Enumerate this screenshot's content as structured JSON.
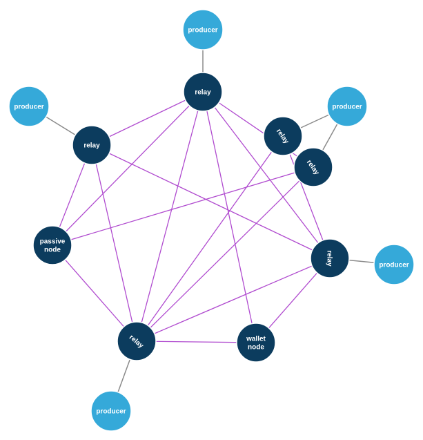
{
  "colors": {
    "background": "#ffffff",
    "relay_fill": "#0c3c5e",
    "producer_fill": "#35a9d9",
    "producer_link": "#8a8a8a",
    "mesh_link": "#b04bcf"
  },
  "nodes": {
    "relay_top": {
      "label": "relay",
      "kind": "relay"
    },
    "relay_left": {
      "label": "relay",
      "kind": "relay"
    },
    "relay_ur1": {
      "label": "relay",
      "kind": "relay"
    },
    "relay_ur2": {
      "label": "relay",
      "kind": "relay"
    },
    "relay_right": {
      "label": "relay",
      "kind": "relay"
    },
    "relay_bottom": {
      "label": "relay",
      "kind": "relay"
    },
    "passive": {
      "label": "passive node",
      "kind": "relay"
    },
    "wallet": {
      "label": "wallet node",
      "kind": "relay"
    },
    "producer_top": {
      "label": "producer",
      "kind": "producer"
    },
    "producer_left": {
      "label": "producer",
      "kind": "producer"
    },
    "producer_ur": {
      "label": "producer",
      "kind": "producer"
    },
    "producer_right": {
      "label": "producer",
      "kind": "producer"
    },
    "producer_bottom": {
      "label": "producer",
      "kind": "producer"
    }
  },
  "producer_links": [
    [
      "producer_top",
      "relay_top"
    ],
    [
      "producer_left",
      "relay_left"
    ],
    [
      "producer_ur",
      "relay_ur1"
    ],
    [
      "producer_ur",
      "relay_ur2"
    ],
    [
      "producer_right",
      "relay_right"
    ],
    [
      "producer_bottom",
      "relay_bottom"
    ]
  ],
  "mesh_links": [
    [
      "relay_top",
      "relay_left"
    ],
    [
      "relay_top",
      "passive"
    ],
    [
      "relay_top",
      "relay_bottom"
    ],
    [
      "relay_top",
      "wallet"
    ],
    [
      "relay_top",
      "relay_right"
    ],
    [
      "relay_top",
      "relay_ur2"
    ],
    [
      "relay_left",
      "passive"
    ],
    [
      "relay_left",
      "relay_bottom"
    ],
    [
      "relay_left",
      "relay_right"
    ],
    [
      "passive",
      "relay_ur2"
    ],
    [
      "passive",
      "relay_bottom"
    ],
    [
      "relay_ur1",
      "relay_bottom"
    ],
    [
      "relay_ur1",
      "relay_right"
    ],
    [
      "relay_ur2",
      "relay_bottom"
    ],
    [
      "relay_right",
      "relay_bottom"
    ],
    [
      "relay_right",
      "wallet"
    ],
    [
      "relay_bottom",
      "wallet"
    ]
  ]
}
